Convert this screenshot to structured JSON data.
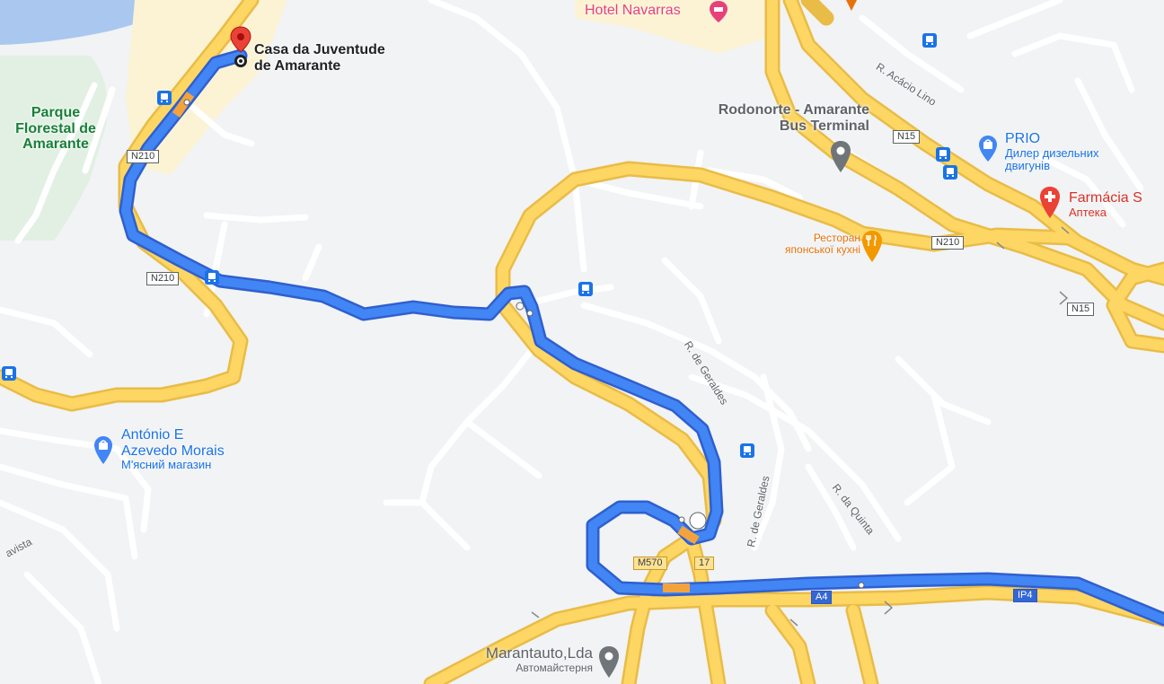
{
  "map": {
    "colors": {
      "background": "#f1f3f4",
      "water": "#aac7ef",
      "park": "#e1f0e3",
      "urban": "#fbf3d4",
      "minor_road": "#ffffff",
      "major_road": "#fdd663",
      "major_road_casing": "#e9bc47",
      "route": "#4285f4",
      "route_casing": "#2f5fce",
      "traffic_slow": "#f4a33c",
      "transit": "#1a73e8",
      "destination_pin": "#ea4335"
    },
    "destination": {
      "name_line1": "Casa da Juventude",
      "name_line2": "de Amarante",
      "icon": "red-map-pin-icon"
    },
    "places": {
      "park": {
        "line1": "Parque",
        "line2": "Florestal de",
        "line3": "Amarante"
      },
      "bus_terminal": {
        "line1": "Rodonorte - Amarante",
        "line2": "Bus Terminal",
        "icon": "grey-pin-icon"
      },
      "prio": {
        "name": "PRIO",
        "sub1": "Дилер дизельних",
        "sub2": "двигунів",
        "icon": "shopping-pin-icon"
      },
      "farmacia": {
        "name": "Farmácia S",
        "sub": "Аптека",
        "icon": "pharmacy-pin-icon"
      },
      "hotel": {
        "name": "Hotel Navarras",
        "icon": "hotel-pin-icon"
      },
      "restaurant": {
        "line1": "Ресторан",
        "line2": "японської кухні",
        "icon": "restaurant-pin-icon"
      },
      "butcher": {
        "line1": "António E",
        "line2": "Azevedo Morais",
        "sub": "М'ясний магазин",
        "icon": "shopping-pin-icon"
      },
      "marantauto": {
        "name": "Marantauto,Lda",
        "sub": "Автомайстерня",
        "icon": "grey-pin-icon"
      }
    },
    "streets": {
      "acacio": "R. Acácio Lino",
      "geraldes_1": "R. de Geraldes",
      "geraldes_2": "R. de Geraldes",
      "quinta": "R. da Quinta",
      "avista": "avista"
    },
    "shields": {
      "n210_a": "N210",
      "n210_b": "N210",
      "n210_c": "N210",
      "n15_a": "N15",
      "n15_b": "N15",
      "m570": "M570",
      "exit17": "17",
      "a4": "A4",
      "ip4": "IP4"
    },
    "icons": {
      "bus_stop": "bus-stop-icon"
    }
  }
}
